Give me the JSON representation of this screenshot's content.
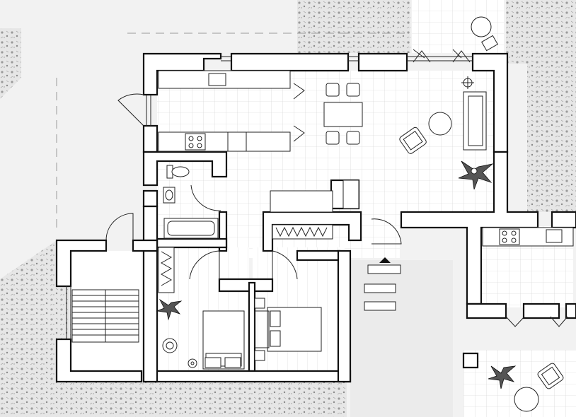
{
  "plan": {
    "background_color": "#f2f2f2",
    "floor_color": "#ffffff",
    "wall_color": "#111111",
    "grid_color": "#c9c9c9",
    "vegetation_color": "#9a9a9a",
    "annotations": []
  },
  "rooms": [
    {
      "id": "kitchen",
      "icon": "stove-icon"
    },
    {
      "id": "living-dining",
      "icon": "dining-table-icon"
    },
    {
      "id": "bathroom",
      "icon": "bathtub-icon"
    },
    {
      "id": "bedroom-1",
      "icon": "bed-icon"
    },
    {
      "id": "bedroom-2",
      "icon": "double-bed-icon"
    },
    {
      "id": "staircase",
      "icon": "stairs-icon"
    },
    {
      "id": "annex-kitchen",
      "icon": "stove-icon"
    },
    {
      "id": "terrace",
      "icon": "lounge-chair-icon"
    }
  ]
}
